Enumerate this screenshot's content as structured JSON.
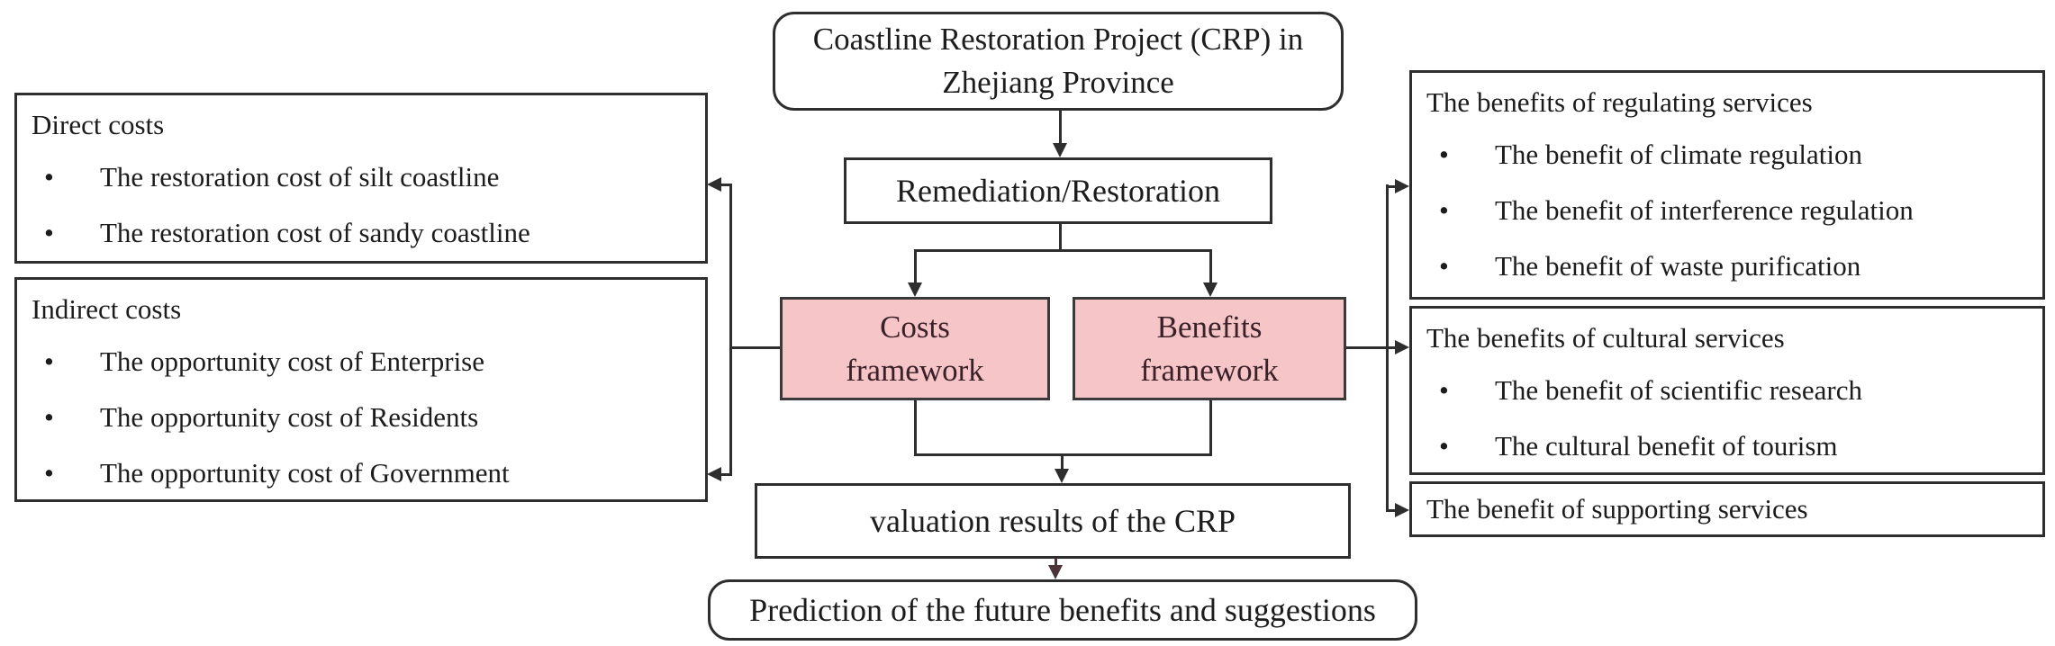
{
  "bullet_char": "•",
  "colors": {
    "pink": "#f6c5c8",
    "line": "#2e2e2e",
    "maroon": "#4b3338",
    "ink": "#1c1c1c",
    "pink_text": "#3a2127"
  },
  "center": {
    "title": "Coastline Restoration Project (CRP) in\nZhejiang Province",
    "remediation": "Remediation/Restoration",
    "costs": "Costs\nframework",
    "benefits": "Benefits\nframework",
    "valuation": "valuation results of the CRP",
    "prediction": "Prediction of the future benefits and suggestions"
  },
  "left_boxes": [
    {
      "title": "Direct costs",
      "bullets": [
        "The restoration cost of silt coastline",
        "The restoration cost of sandy coastline"
      ]
    },
    {
      "title": "Indirect costs",
      "bullets": [
        "The opportunity cost of Enterprise",
        "The opportunity cost of Residents",
        "The opportunity cost of Government"
      ]
    }
  ],
  "right_boxes": [
    {
      "title": "The benefits of regulating services",
      "bullets": [
        "The benefit of climate regulation",
        "The benefit of interference regulation",
        "The benefit of waste purification"
      ]
    },
    {
      "title": "The benefits of cultural services",
      "bullets": [
        "The benefit of scientific research",
        "The cultural benefit of tourism"
      ]
    },
    {
      "title": "The benefit of supporting services",
      "bullets": []
    }
  ]
}
